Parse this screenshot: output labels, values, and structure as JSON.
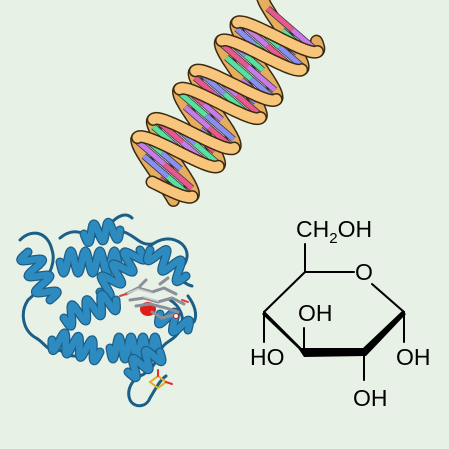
{
  "colors": {
    "background": "#e8f1e5",
    "dna_backbone": "#f8c57c",
    "dna_outline": "#3a2a10",
    "base_blue": "#8a8ef0",
    "base_purple": "#c77be8",
    "base_green": "#58e0a0",
    "base_pink": "#e85890",
    "protein": "#2e8bc0",
    "protein_dark": "#1b5f88",
    "heme_red": "#e21b1b",
    "structure_line": "#000000"
  },
  "panels": {
    "dna": {
      "icon": "dna-double-helix"
    },
    "protein": {
      "icon": "protein-ribbon"
    },
    "glucose": {
      "icon": "glucose-ring",
      "labels": {
        "top": "CH2OH",
        "top_main": "CH",
        "top_sub": "2",
        "top_tail": "OH",
        "ring_o": "O",
        "oh_inner": "OH",
        "oh_left": "HO",
        "oh_right": "OH",
        "oh_bottom": "OH"
      }
    }
  }
}
